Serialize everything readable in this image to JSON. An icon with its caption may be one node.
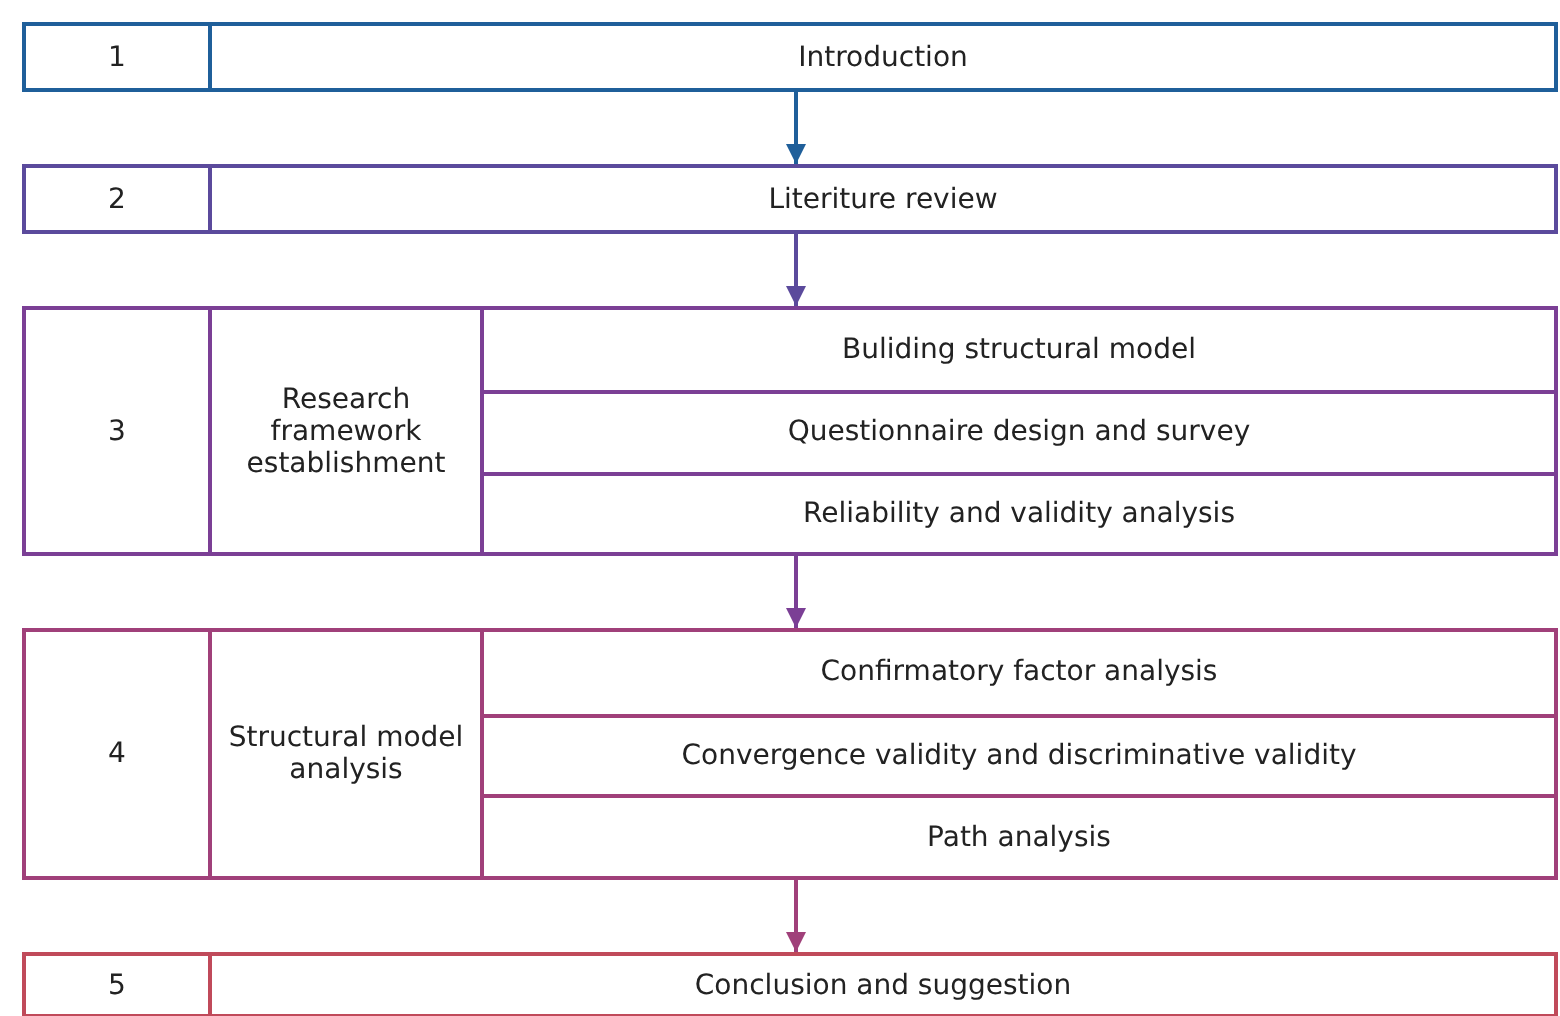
{
  "diagram": {
    "nodes": [
      {
        "text": [
          "1",
          "Introduction"
        ]
      },
      {
        "text": [
          "2",
          "Literiture review"
        ]
      },
      {
        "text": [
          "3",
          "Research framework establishment"
        ]
      },
      {
        "text": [
          "Buliding structural model"
        ],
        "in": 2
      },
      {
        "text": [
          "Questionnaire design and survey"
        ],
        "in": 2
      },
      {
        "text": [
          "Reliability and validity analysis"
        ],
        "in": 2
      },
      {
        "text": [
          "4",
          "Structural model analysis"
        ]
      },
      {
        "text": [
          "Confirmatory factor analysis"
        ],
        "in": 6
      },
      {
        "text": [
          "Convergence validity and discriminative validity"
        ],
        "in": 6
      },
      {
        "text": [
          "Path analysis"
        ],
        "in": 6
      },
      {
        "text": [
          "5",
          "Conclusion and suggestion"
        ]
      }
    ],
    "edges": [
      {
        "from": 0,
        "to": 1,
        "arrow": "to",
        "color": "#1f5f9a"
      },
      {
        "from": 1,
        "to": 2,
        "arrow": "to",
        "color": "#5b4a9c"
      },
      {
        "from": 2,
        "to": 6,
        "arrow": "to",
        "color": "#7b3f95"
      },
      {
        "from": 6,
        "to": 10,
        "arrow": "to",
        "color": "#a0407a"
      }
    ]
  }
}
